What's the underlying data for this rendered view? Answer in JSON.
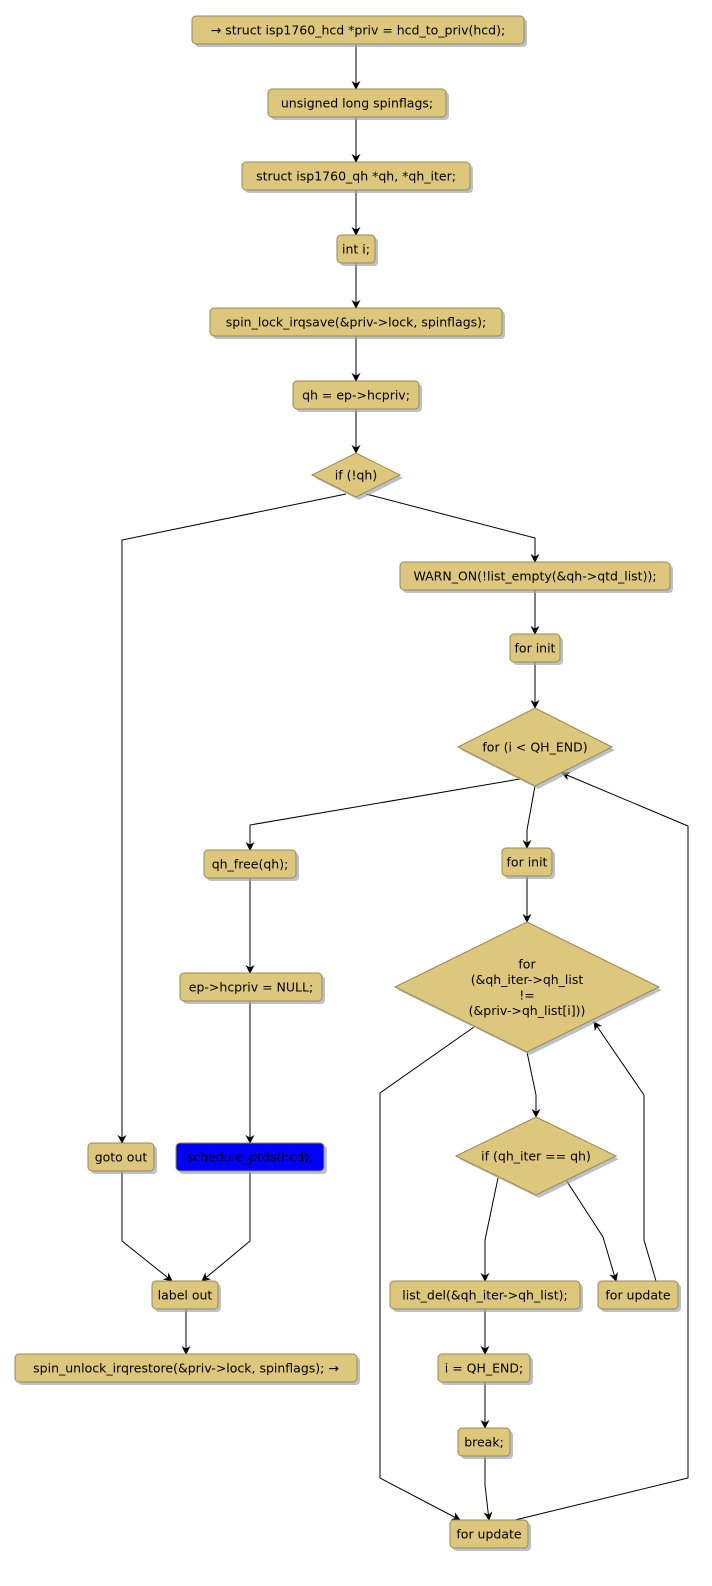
{
  "colors": {
    "node_fill": "#dcc77c",
    "node_border": "#9b8a4f",
    "highlight_fill": "#0000ff",
    "edge": "#000000"
  },
  "nodes": [
    {
      "id": "n1",
      "shape": "box",
      "lines": [
        "→ struct isp1760_hcd *priv = hcd_to_priv(hcd);"
      ]
    },
    {
      "id": "n2",
      "shape": "box",
      "lines": [
        "unsigned long spinflags;"
      ]
    },
    {
      "id": "n3",
      "shape": "box",
      "lines": [
        "struct isp1760_qh *qh, *qh_iter;"
      ]
    },
    {
      "id": "n4",
      "shape": "box",
      "lines": [
        "int i;"
      ]
    },
    {
      "id": "n5",
      "shape": "box",
      "lines": [
        "spin_lock_irqsave(&priv->lock, spinflags);"
      ]
    },
    {
      "id": "n6",
      "shape": "box",
      "lines": [
        "qh = ep->hcpriv;"
      ]
    },
    {
      "id": "d1",
      "shape": "diamond",
      "lines": [
        "if (!qh)"
      ]
    },
    {
      "id": "n7",
      "shape": "box",
      "lines": [
        "WARN_ON(!list_empty(&qh->qtd_list));"
      ]
    },
    {
      "id": "n8",
      "shape": "box",
      "lines": [
        "for init"
      ]
    },
    {
      "id": "d2",
      "shape": "diamond",
      "lines": [
        "for (i < QH_END)"
      ]
    },
    {
      "id": "n9",
      "shape": "box",
      "lines": [
        "qh_free(qh);"
      ]
    },
    {
      "id": "n10",
      "shape": "box",
      "lines": [
        "for init"
      ]
    },
    {
      "id": "d3",
      "shape": "diamond",
      "lines": [
        "for",
        "(&qh_iter->qh_list",
        "!=",
        "(&priv->qh_list[i]))"
      ]
    },
    {
      "id": "n11",
      "shape": "box",
      "lines": [
        "ep->hcpriv = NULL;"
      ]
    },
    {
      "id": "n12",
      "shape": "box",
      "lines": [
        "goto out"
      ]
    },
    {
      "id": "n13",
      "shape": "box",
      "highlight": true,
      "lines": [
        "schedule_ptds(hcd);"
      ]
    },
    {
      "id": "d4",
      "shape": "diamond",
      "lines": [
        "if (qh_iter == qh)"
      ]
    },
    {
      "id": "n14",
      "shape": "box",
      "lines": [
        "label out"
      ]
    },
    {
      "id": "n15",
      "shape": "box",
      "lines": [
        "list_del(&qh_iter->qh_list);"
      ]
    },
    {
      "id": "n16",
      "shape": "box",
      "lines": [
        "for update"
      ]
    },
    {
      "id": "n17",
      "shape": "box",
      "lines": [
        "spin_unlock_irqrestore(&priv->lock, spinflags); →"
      ]
    },
    {
      "id": "n18",
      "shape": "box",
      "lines": [
        "i = QH_END;"
      ]
    },
    {
      "id": "n19",
      "shape": "box",
      "lines": [
        "break;"
      ]
    },
    {
      "id": "n20",
      "shape": "box",
      "lines": [
        "for update"
      ]
    }
  ],
  "edges": [
    [
      "n1",
      "n2"
    ],
    [
      "n2",
      "n3"
    ],
    [
      "n3",
      "n4"
    ],
    [
      "n4",
      "n5"
    ],
    [
      "n5",
      "n6"
    ],
    [
      "n6",
      "d1"
    ],
    [
      "d1",
      "n12"
    ],
    [
      "d1",
      "n7"
    ],
    [
      "n7",
      "n8"
    ],
    [
      "n8",
      "d2"
    ],
    [
      "d2",
      "n9"
    ],
    [
      "d2",
      "n10"
    ],
    [
      "n9",
      "n11"
    ],
    [
      "n10",
      "d3"
    ],
    [
      "n11",
      "n13"
    ],
    [
      "d3",
      "d4"
    ],
    [
      "d3",
      "n20"
    ],
    [
      "d4",
      "n15"
    ],
    [
      "d4",
      "n16"
    ],
    [
      "n16",
      "d3"
    ],
    [
      "n12",
      "n14"
    ],
    [
      "n13",
      "n14"
    ],
    [
      "n14",
      "n17"
    ],
    [
      "n15",
      "n18"
    ],
    [
      "n18",
      "n19"
    ],
    [
      "n19",
      "n20"
    ],
    [
      "n20",
      "d2"
    ]
  ]
}
